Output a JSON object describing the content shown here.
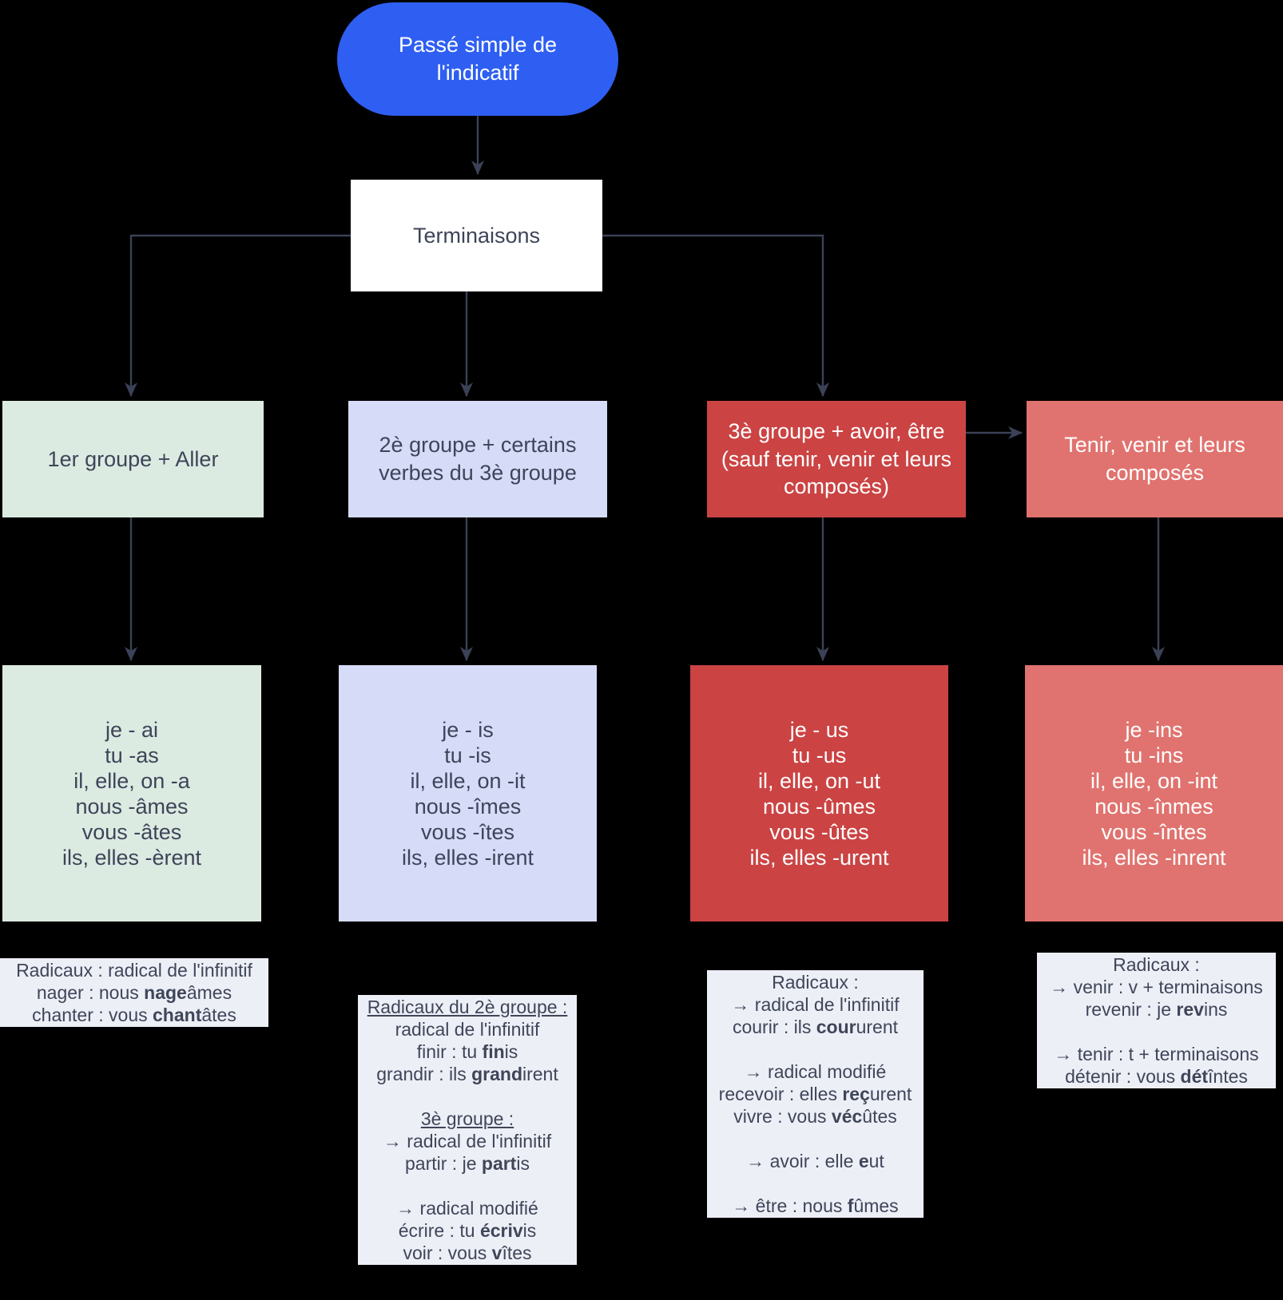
{
  "colors": {
    "background": "#000000",
    "connector": "#3b4156",
    "root_bg": "#2e5ff2",
    "root_fg": "#ffffff",
    "terminaisons_bg": "#ffffff",
    "terminaisons_fg": "#3e4459",
    "note_bg": "#edeff7",
    "note_fg": "#3f4659"
  },
  "root": {
    "label": "Passé simple de l'indicatif"
  },
  "terminaisons": {
    "label": "Terminaisons"
  },
  "groups": [
    {
      "header": "1er groupe + Aller",
      "bg": "#dcebe1",
      "fg": "#3e4459",
      "endings": [
        "je - ai",
        "tu -as",
        "il, elle, on -a",
        "nous -âmes",
        "vous -âtes",
        "ils, elles -èrent"
      ],
      "note": [
        [
          {
            "t": "Radicaux : radical de l'infinitif"
          }
        ],
        [
          {
            "t": "nager : nous "
          },
          {
            "t": "nage",
            "b": 1
          },
          {
            "t": "âmes"
          }
        ],
        [
          {
            "t": "chanter : vous "
          },
          {
            "t": "chant",
            "b": 1
          },
          {
            "t": "âtes"
          }
        ]
      ]
    },
    {
      "header": "2è groupe + certains verbes du 3è groupe",
      "bg": "#d6dcf8",
      "fg": "#3e4459",
      "endings": [
        "je - is",
        "tu -is",
        "il, elle, on -it",
        "nous -îmes",
        "vous -îtes",
        "ils, elles -irent"
      ],
      "note": [
        [
          {
            "t": "Radicaux du 2è groupe : ",
            "u": 1
          }
        ],
        [
          {
            "t": "radical de l'infinitif"
          }
        ],
        [
          {
            "t": "finir : tu "
          },
          {
            "t": "fin",
            "b": 1
          },
          {
            "t": "is"
          }
        ],
        [
          {
            "t": "grandir : ils "
          },
          {
            "t": "grand",
            "b": 1
          },
          {
            "t": "irent"
          }
        ],
        [],
        [
          {
            "t": "3è groupe : ",
            "u": 1
          }
        ],
        [
          {
            "t": "→ radical de l'infinitif"
          }
        ],
        [
          {
            "t": "partir : je "
          },
          {
            "t": "part",
            "b": 1
          },
          {
            "t": "is"
          }
        ],
        [],
        [
          {
            "t": "→ radical modifié"
          }
        ],
        [
          {
            "t": "écrire : tu "
          },
          {
            "t": "écriv",
            "b": 1
          },
          {
            "t": "is"
          }
        ],
        [
          {
            "t": "voir : vous "
          },
          {
            "t": "v",
            "b": 1
          },
          {
            "t": "îtes"
          }
        ]
      ]
    },
    {
      "header": "3è groupe + avoir, être (sauf tenir, venir et leurs composés)",
      "bg": "#cb4343",
      "fg": "#ffffff",
      "endings": [
        "je - us",
        "tu -us",
        "il, elle, on -ut",
        "nous -ûmes",
        "vous -ûtes",
        "ils, elles -urent"
      ],
      "note": [
        [
          {
            "t": "Radicaux :"
          }
        ],
        [
          {
            "t": "→ radical de l'infinitif"
          }
        ],
        [
          {
            "t": "courir : ils "
          },
          {
            "t": "cour",
            "b": 1
          },
          {
            "t": "urent"
          }
        ],
        [],
        [
          {
            "t": "→ radical modifié"
          }
        ],
        [
          {
            "t": "recevoir : elles "
          },
          {
            "t": "reç",
            "b": 1
          },
          {
            "t": "urent"
          }
        ],
        [
          {
            "t": "vivre : vous "
          },
          {
            "t": "véc",
            "b": 1
          },
          {
            "t": "ûtes"
          }
        ],
        [],
        [
          {
            "t": "→ avoir : elle "
          },
          {
            "t": "e",
            "b": 1
          },
          {
            "t": "ut"
          }
        ],
        [],
        [
          {
            "t": "→ être : nous "
          },
          {
            "t": "f",
            "b": 1
          },
          {
            "t": "ûmes"
          }
        ]
      ]
    },
    {
      "header": "Tenir, venir et leurs composés",
      "bg": "#e0736f",
      "fg": "#ffffff",
      "endings": [
        "je -ins",
        "tu -ins",
        "il, elle, on -int",
        "nous -înmes",
        "vous -întes",
        "ils, elles -inrent"
      ],
      "note": [
        [
          {
            "t": "Radicaux :"
          }
        ],
        [
          {
            "t": "→ venir : v + terminaisons"
          }
        ],
        [
          {
            "t": "revenir : je "
          },
          {
            "t": "rev",
            "b": 1
          },
          {
            "t": "ins"
          }
        ],
        [],
        [
          {
            "t": "→ tenir : t + terminaisons"
          }
        ],
        [
          {
            "t": "détenir : vous "
          },
          {
            "t": "dét",
            "b": 1
          },
          {
            "t": "întes"
          }
        ]
      ]
    }
  ]
}
